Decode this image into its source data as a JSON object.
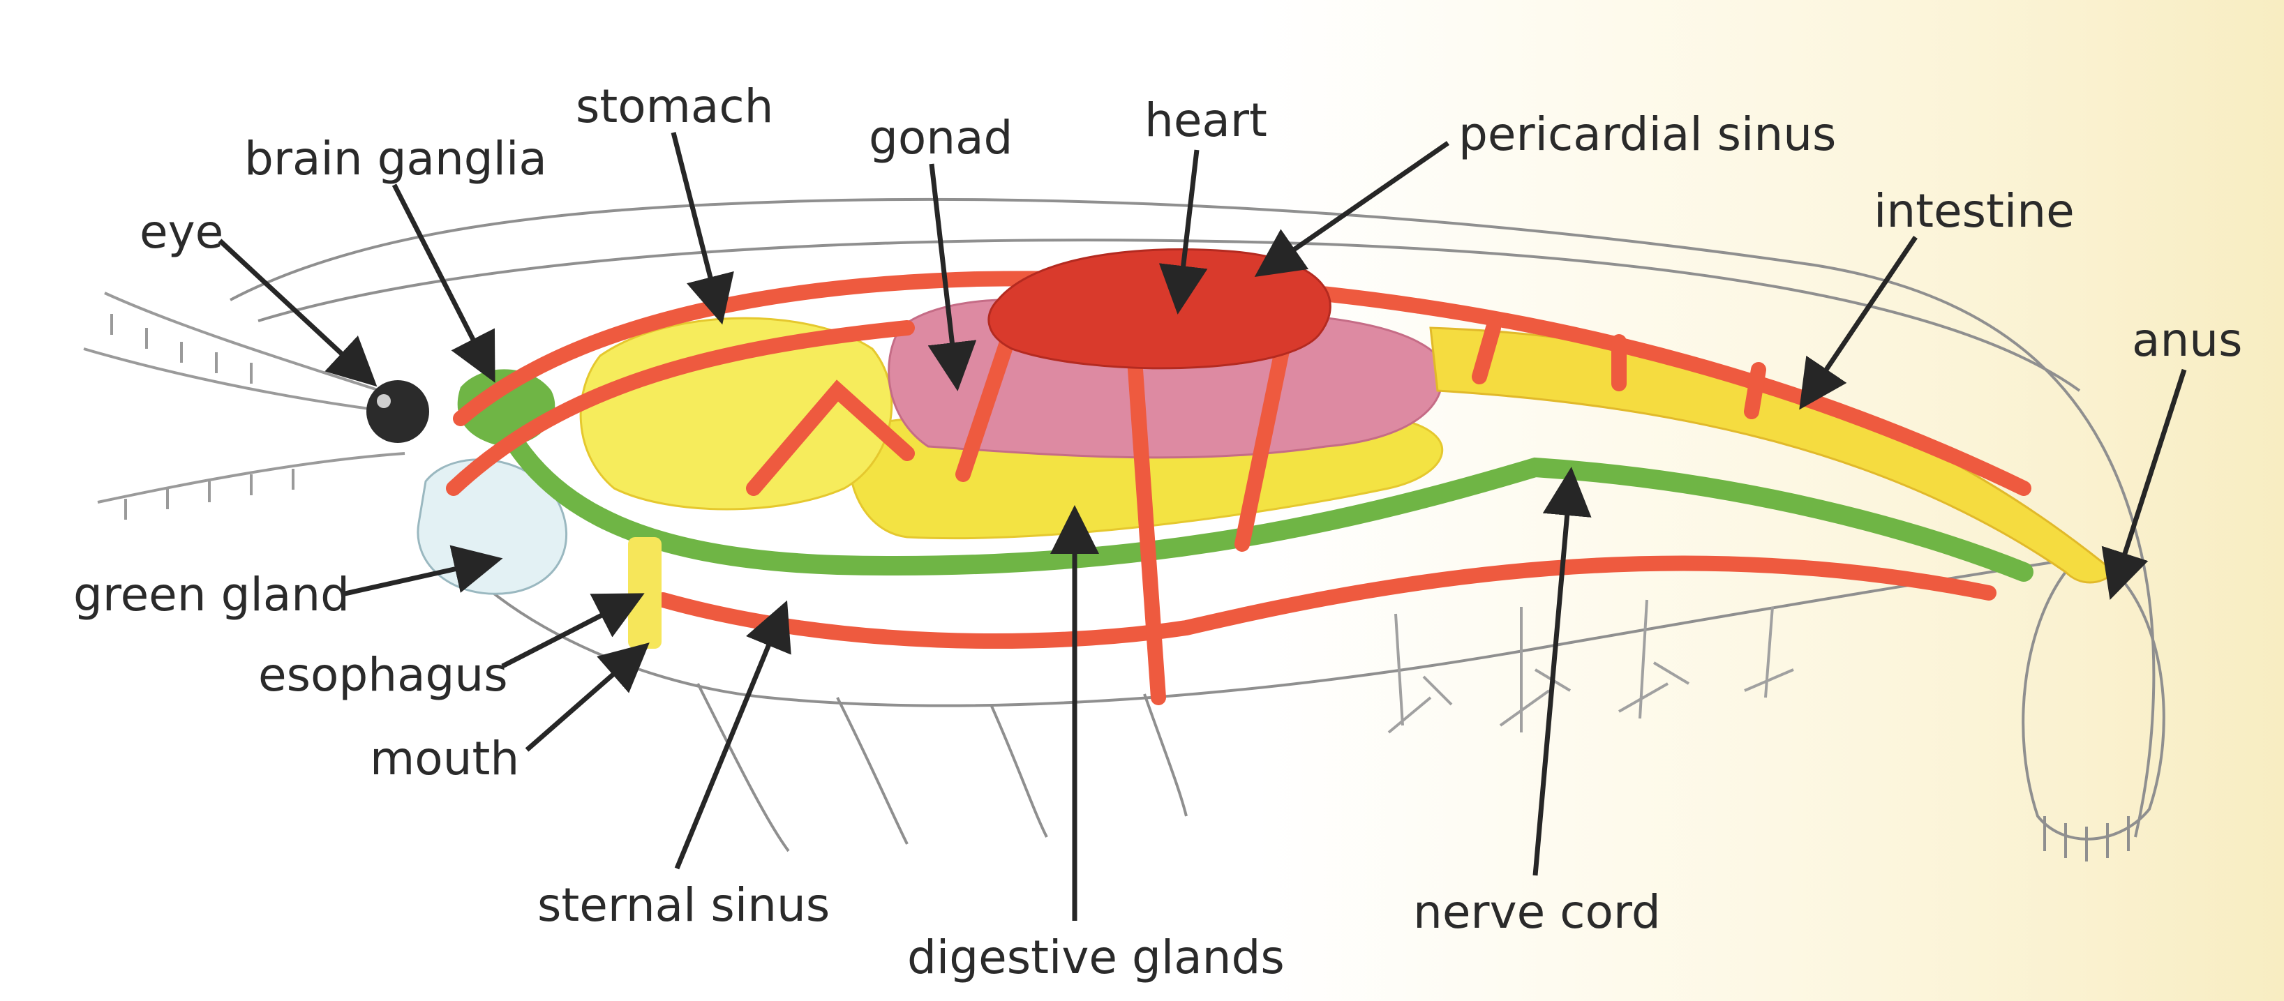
{
  "labels": {
    "eye": "eye",
    "brain_ganglia": "brain ganglia",
    "stomach": "stomach",
    "gonad": "gonad",
    "heart": "heart",
    "pericardial_sinus": "pericardial sinus",
    "intestine": "intestine",
    "anus": "anus",
    "green_gland": "green gland",
    "esophagus": "esophagus",
    "mouth": "mouth",
    "sternal_sinus": "sternal sinus",
    "digestive_glands": "digestive glands",
    "nerve_cord": "nerve cord"
  },
  "colors": {
    "vessels": "#ee5a3f",
    "heart": "#d93a2c",
    "gut": "#f5e04c",
    "nerve": "#6fb545",
    "gonad": "#dd8aa2",
    "outline": "#8f8f8f",
    "arrow": "#262626"
  }
}
